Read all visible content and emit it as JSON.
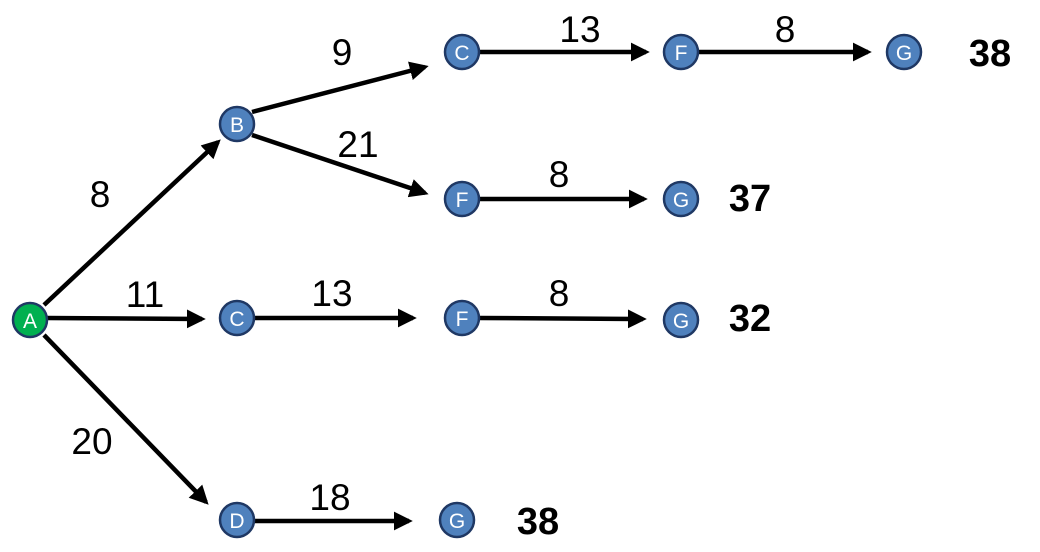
{
  "colors": {
    "node_fill": "#4f81bd",
    "start_node_fill": "#00b050",
    "node_outline": "#1f3864",
    "edge": "#000000"
  },
  "nodes": [
    {
      "id": "A1",
      "label": "A",
      "start": true
    },
    {
      "id": "B1",
      "label": "B"
    },
    {
      "id": "C1",
      "label": "C"
    },
    {
      "id": "F1",
      "label": "F"
    },
    {
      "id": "G1",
      "label": "G"
    },
    {
      "id": "F2",
      "label": "F"
    },
    {
      "id": "G2",
      "label": "G"
    },
    {
      "id": "C2",
      "label": "C"
    },
    {
      "id": "F3",
      "label": "F"
    },
    {
      "id": "G3",
      "label": "G"
    },
    {
      "id": "D1",
      "label": "D"
    },
    {
      "id": "G4",
      "label": "G"
    }
  ],
  "edges": [
    {
      "from": "A1",
      "to": "B1",
      "weight": "8"
    },
    {
      "from": "B1",
      "to": "C1",
      "weight": "9"
    },
    {
      "from": "C1",
      "to": "F1",
      "weight": "13"
    },
    {
      "from": "F1",
      "to": "G1",
      "weight": "8"
    },
    {
      "from": "B1",
      "to": "F2",
      "weight": "21"
    },
    {
      "from": "F2",
      "to": "G2",
      "weight": "8"
    },
    {
      "from": "A1",
      "to": "C2",
      "weight": "11"
    },
    {
      "from": "C2",
      "to": "F3",
      "weight": "13"
    },
    {
      "from": "F3",
      "to": "G3",
      "weight": "8"
    },
    {
      "from": "A1",
      "to": "D1",
      "weight": "20"
    },
    {
      "from": "D1",
      "to": "G4",
      "weight": "18"
    }
  ],
  "path_totals": [
    {
      "end": "G1",
      "total": "38"
    },
    {
      "end": "G2",
      "total": "37"
    },
    {
      "end": "G3",
      "total": "32"
    },
    {
      "end": "G4",
      "total": "38"
    }
  ]
}
